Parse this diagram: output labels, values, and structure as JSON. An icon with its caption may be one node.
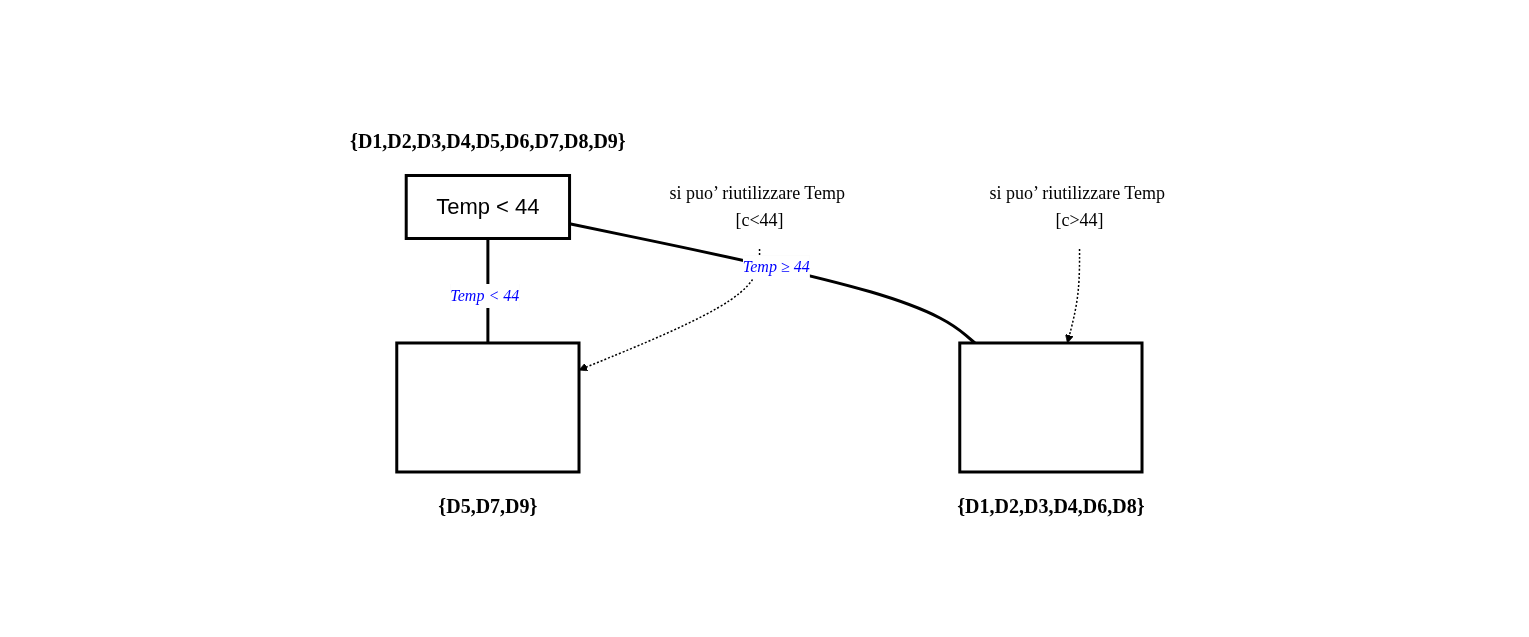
{
  "diagram": {
    "nodes": [
      {
        "text": [
          "Temp < 44"
        ],
        "beside": [
          "{D1,D2,D3,D4,D5,D6,D7,D8,D9}"
        ]
      },
      {
        "text": [],
        "shape": "box",
        "beside": [
          "{D5,D7,D9}"
        ]
      },
      {
        "text": [],
        "shape": "box",
        "beside": [
          "{D1,D2,D3,D4,D6,D8}"
        ]
      },
      {
        "text": [
          "si puo’ riutilizzare Temp [c<44]"
        ]
      },
      {
        "text": [
          "si puo’ riutilizzare Temp [c>44]"
        ]
      }
    ],
    "edges": [
      {
        "from": 0,
        "to": 1,
        "arrow": "none",
        "label": "Temp < 44"
      },
      {
        "from": 0,
        "to": 2,
        "arrow": "none",
        "label": "Temp ≥ 44"
      },
      {
        "from": 3,
        "to": 1,
        "arrow": "to",
        "style": "dashed"
      },
      {
        "from": 4,
        "to": 2,
        "arrow": "to",
        "style": "dashed"
      }
    ]
  }
}
